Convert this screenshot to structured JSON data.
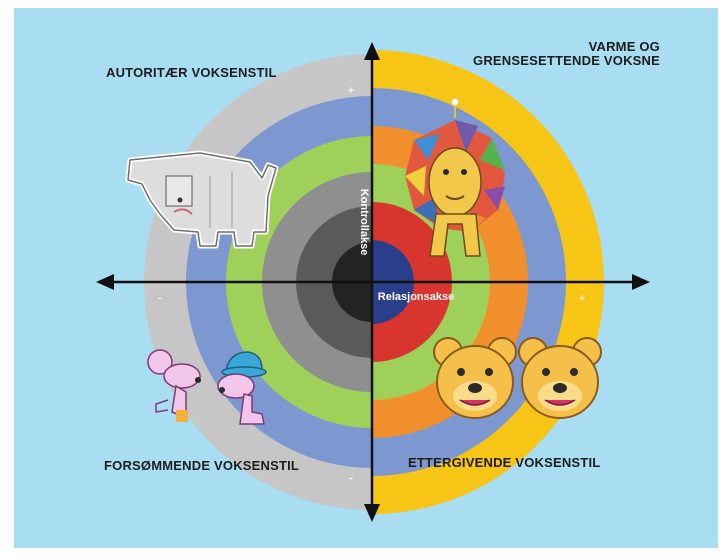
{
  "colors": {
    "background": "#a9ddf2",
    "left_rings": [
      "#c6c6c6",
      "#7d98d0",
      "#9fd05a",
      "#8f8f8f",
      "#5a5a5a",
      "#232323"
    ],
    "right_rings": [
      "#f6c516",
      "#7d98d0",
      "#f28f2d",
      "#9fd05a",
      "#d8352f",
      "#2a3f8c"
    ],
    "axis": "#111111"
  },
  "quadrants": {
    "top_left": "AUTORITÆR VOKSENSTIL",
    "top_right_line1": "VARME OG",
    "top_right_line2": "GRENSESETTENDE VOKSNE",
    "bottom_left": "FORSØMMENDE VOKSENSTIL",
    "bottom_right": "ETTERGIVENDE VOKSENSTIL"
  },
  "axes": {
    "vertical_label": "Kontrollakse",
    "horizontal_label": "Relasjonsakse"
  },
  "signs": {
    "top": "+",
    "right": "+",
    "left": "-",
    "bottom": "-"
  },
  "illustrations": [
    "elephant",
    "lion",
    "mouse-pink",
    "mouse-blue-hat",
    "bear-left",
    "bear-right"
  ]
}
